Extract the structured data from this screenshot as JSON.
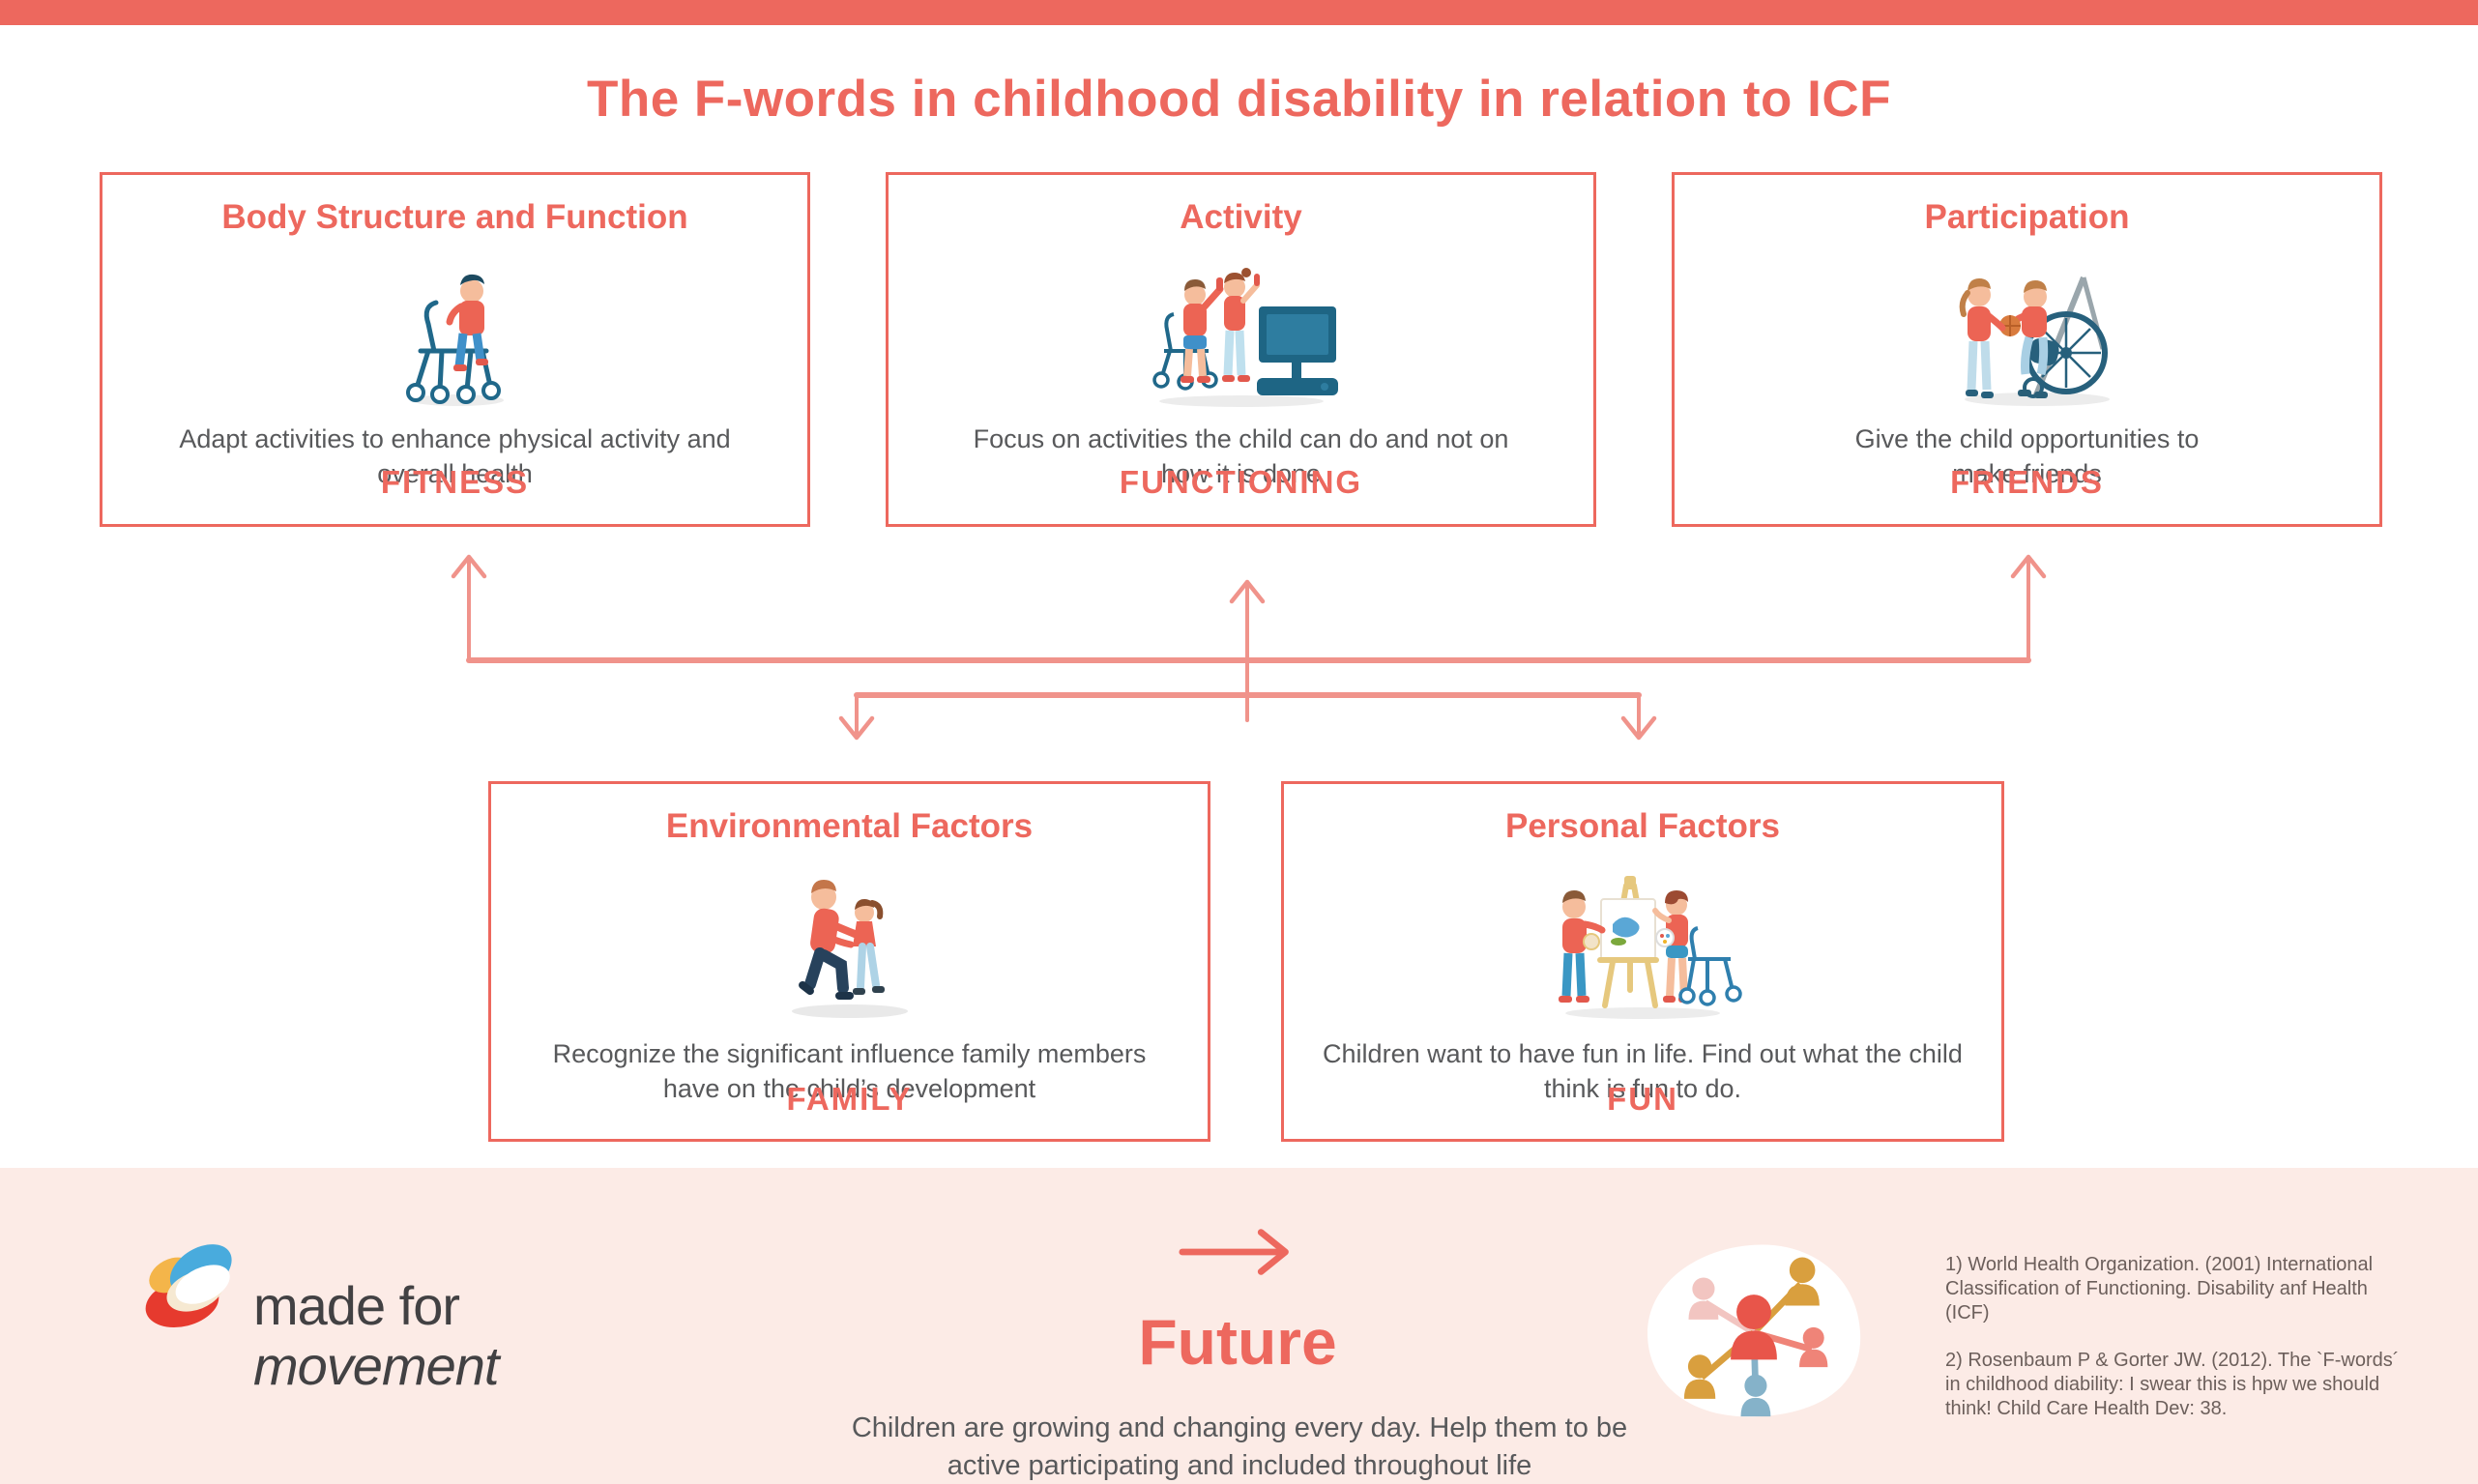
{
  "title": "The F-words in childhood disability in relation to ICF",
  "boxes": [
    {
      "title": "Body Structure and Function",
      "description": "Adapt activities to enhance physical activity and overall health",
      "fword": "FITNESS",
      "icon": "child-with-walker-icon"
    },
    {
      "title": "Activity",
      "description": "Focus on activities the child can do and not on how it is done",
      "fword": "FUNCTIONING",
      "icon": "children-video-game-icon"
    },
    {
      "title": "Participation",
      "description": "Give the child opportunities to make friends",
      "fword": "FRIENDS",
      "icon": "children-basketball-wheelchair-icon"
    },
    {
      "title": "Environmental Factors",
      "description": "Recognize the significant influence family members have on the child’s development",
      "fword": "FAMILY",
      "icon": "parent-child-icon"
    },
    {
      "title": "Personal Factors",
      "description": "Children want to have fun in life. Find out what the child think is fun to do.",
      "fword": "FUN",
      "icon": "children-painting-easel-icon"
    }
  ],
  "footer": {
    "logo_line1": "made for",
    "logo_line2": "movement",
    "future_label": "Future",
    "future_text": "Children are growing and changing every day. Help them to be active participating and included throughout life",
    "reference_1": "1) World Health Organization. (2001) International Classification of Functioning. Disability anf Health (ICF)",
    "reference_2": "2) Rosenbaum P & Gorter JW. (2012). The `F-words´ in childhood diability: I swear this is hpw we should think! Child Care Health Dev: 38."
  },
  "colors": {
    "coral": "#ed685e",
    "arrow": "#f0938b",
    "body_text": "#58595b",
    "footer_background": "#fcebe6",
    "reference_text": "#6c5f5b",
    "logo_text": "#424143"
  },
  "icons": {
    "box1": "child-with-walker-icon",
    "box2": "children-video-game-icon",
    "box3": "children-basketball-wheelchair-icon",
    "box4": "parent-child-icon",
    "box5": "children-painting-easel-icon",
    "future": "future-arrow-icon",
    "network": "network-people-icon",
    "logo": "made-for-movement-logo"
  }
}
